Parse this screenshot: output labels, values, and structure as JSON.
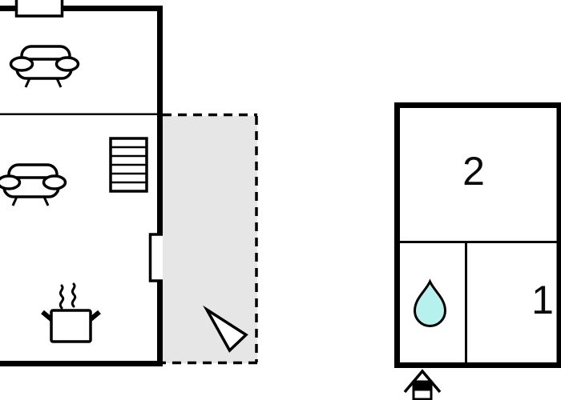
{
  "colors": {
    "wall": "#000000",
    "background": "#ffffff",
    "terrace_fill": "#e6e6e6",
    "water_drop_fill": "#b6f1ee",
    "icon_fill": "#ffffff"
  },
  "ground_floor_unit": {
    "name": "ground floor plan",
    "icons": [
      {
        "name": "window-icon"
      },
      {
        "name": "sofa-icon"
      },
      {
        "name": "sofa-icon"
      },
      {
        "name": "stairs-icon"
      },
      {
        "name": "door-icon"
      },
      {
        "name": "cooking-pot-icon"
      },
      {
        "name": "steam-icon"
      }
    ],
    "terrace": {
      "name": "terrace-area",
      "border_style": "dashed",
      "icons": [
        {
          "name": "direction-arrow-icon"
        }
      ]
    }
  },
  "first_floor_unit": {
    "name": "first floor plan",
    "rooms": [
      {
        "label": "2"
      },
      {
        "label": "1"
      }
    ],
    "bathroom": {
      "icon": "water-drop-icon"
    },
    "entrance": {
      "icon": "house-entrance-icon"
    }
  }
}
